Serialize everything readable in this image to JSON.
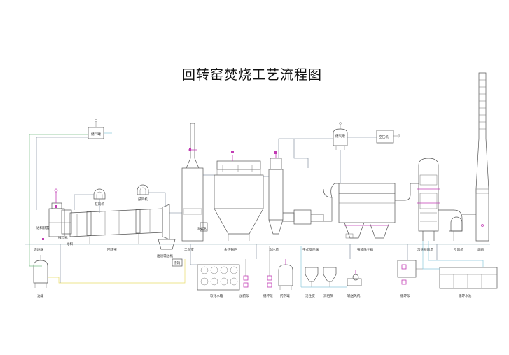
{
  "title": "回转窑焚烧工艺流程图",
  "colors": {
    "equipment": "#555555",
    "gas_line": "#6f7f8f",
    "air_line": "#7fc08a",
    "fuel_line": "#e8dc6a",
    "water_line": "#8cc8dc",
    "instrument": "#c23bb4"
  },
  "labels": {
    "feeder": "进料装置",
    "feeder_push": "推料机",
    "feeder_small": "给料",
    "burner_front": "燃烧器",
    "kiln": "回转窑",
    "slag_conveyor": "出渣输送机",
    "slag_box": "渣箱",
    "fan_1": "鼓风机",
    "fan_2": "鼓风机",
    "top_tank": "储气罐",
    "oil_tank": "油罐",
    "secondary_chamber": "二燃室",
    "sncr": "SNCR",
    "waste_boiler": "余热锅炉",
    "dust_tanks": "软化水箱",
    "quench": "急冷塔",
    "quench_pump": "加药泵",
    "reagent_tank": "药剂罐",
    "hopper_1": "活性炭",
    "hopper_2": "消石灰",
    "dry_reactor": "干式反应器",
    "screw_feeder": "输送风机",
    "bag_filter": "布袋除尘器",
    "gas_tank": "储气罐",
    "air_compressor": "空压机",
    "wet_scrubber": "湿法脱酸塔",
    "pump_station": "循环泵",
    "id_fan": "引风机",
    "chimney": "烟囱",
    "water_pool": "循环水池"
  }
}
